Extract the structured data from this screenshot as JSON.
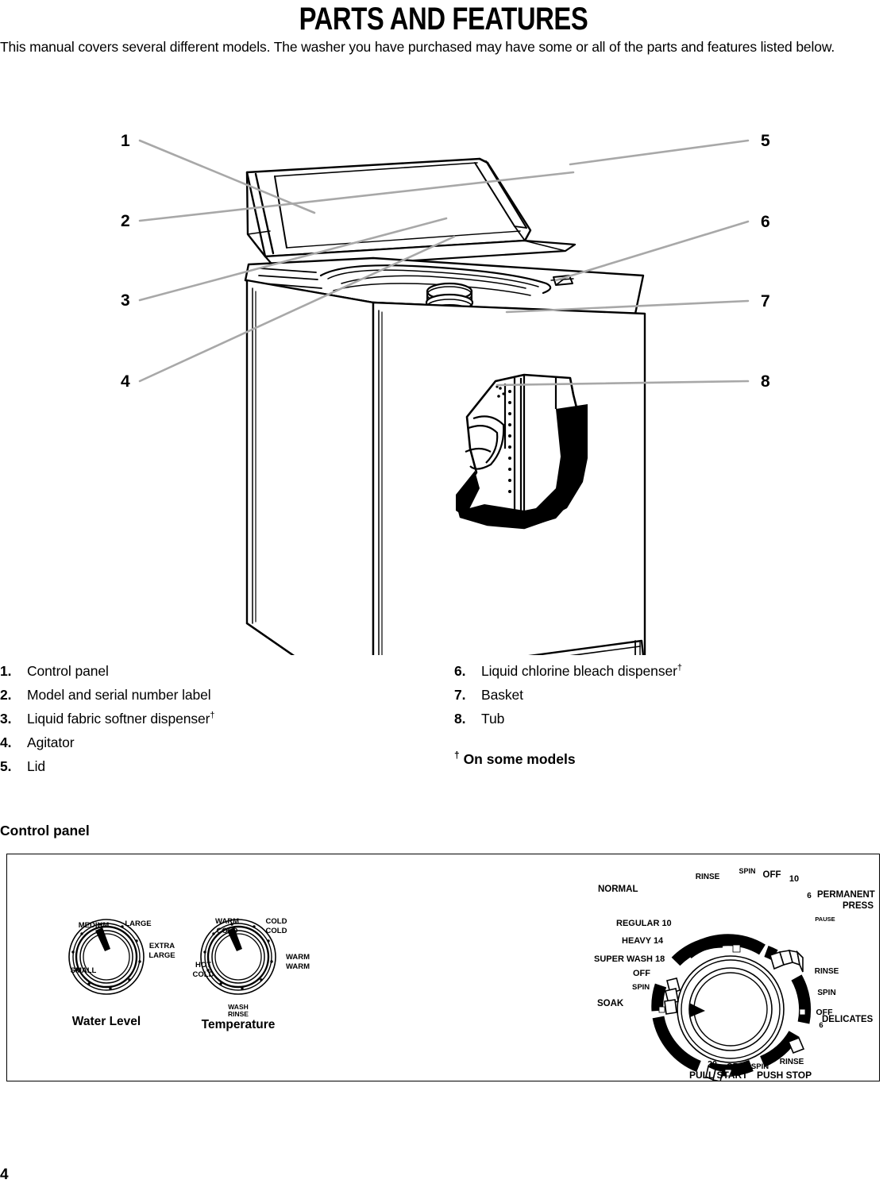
{
  "header": {
    "title": "PARTS AND FEATURES",
    "intro": "This manual covers several different models. The washer you have purchased may have some or all of the parts and features listed below."
  },
  "illustration": {
    "callouts": [
      {
        "number": "1",
        "side": "left",
        "target": "control-panel"
      },
      {
        "number": "2",
        "side": "left",
        "target": "model-serial-label"
      },
      {
        "number": "3",
        "side": "left",
        "target": "fabric-softener-dispenser"
      },
      {
        "number": "4",
        "side": "left",
        "target": "agitator"
      },
      {
        "number": "5",
        "side": "right",
        "target": "lid"
      },
      {
        "number": "6",
        "side": "right",
        "target": "bleach-dispenser"
      },
      {
        "number": "7",
        "side": "right",
        "target": "basket"
      },
      {
        "number": "8",
        "side": "right",
        "target": "tub"
      }
    ]
  },
  "parts_list": {
    "left": [
      {
        "index": "1.",
        "label": "Control panel",
        "dagger": false
      },
      {
        "index": "2.",
        "label": "Model and serial number label",
        "dagger": false
      },
      {
        "index": "3.",
        "label": "Liquid fabric softner dispenser",
        "dagger": true
      },
      {
        "index": "4.",
        "label": "Agitator",
        "dagger": false
      },
      {
        "index": "5.",
        "label": "Lid",
        "dagger": false
      }
    ],
    "right": [
      {
        "index": "6.",
        "label": "Liquid chlorine bleach dispenser",
        "dagger": true
      },
      {
        "index": "7.",
        "label": "Basket",
        "dagger": false
      },
      {
        "index": "8.",
        "label": "Tub",
        "dagger": false
      }
    ],
    "footnote": "On some models",
    "footnote_marker": "†"
  },
  "control_panel": {
    "heading": "Control panel",
    "water_level_knob": {
      "caption": "Water Level",
      "settings": [
        {
          "label": "SMALL"
        },
        {
          "label": "MEDIUM"
        },
        {
          "label": "LARGE"
        },
        {
          "label": "EXTRA\nLARGE"
        }
      ]
    },
    "temperature_knob": {
      "caption": "Temperature",
      "sub_caption_line1": "WASH",
      "sub_caption_line2": "RINSE",
      "settings": [
        {
          "label": "HOT\nCOLD"
        },
        {
          "label": "WARM\nCOLD"
        },
        {
          "label": "COLD\nCOLD"
        },
        {
          "label": "WARM\nWARM"
        }
      ]
    },
    "cycle_dial": {
      "cycles": [
        {
          "label": "NORMAL"
        },
        {
          "label": "PERMANENT\nPRESS"
        },
        {
          "label": "DELICATES"
        },
        {
          "label": "SOAK"
        }
      ],
      "normal_steps": [
        {
          "label": "REGULAR 10"
        },
        {
          "label": "HEAVY 14"
        },
        {
          "label": "SUPER WASH 18"
        },
        {
          "label": "OFF"
        },
        {
          "label": "SPIN"
        },
        {
          "label": "RINSE"
        },
        {
          "label": "SPIN"
        },
        {
          "label": "OFF"
        },
        {
          "label": "10"
        }
      ],
      "perm_press_steps": [
        {
          "label": "6"
        },
        {
          "label": "PAUSE"
        },
        {
          "label": "RINSE"
        },
        {
          "label": "SPIN"
        },
        {
          "label": "OFF"
        },
        {
          "label": "6"
        }
      ],
      "delicates_steps": [
        {
          "label": "RINSE"
        },
        {
          "label": "SPIN"
        },
        {
          "label": "OFF"
        }
      ],
      "soak_steps": [
        {
          "label": "20"
        }
      ],
      "action_labels": [
        {
          "label": "PULL START"
        },
        {
          "label": "PUSH STOP"
        }
      ]
    }
  },
  "footer": {
    "page_number": "4"
  },
  "colors": {
    "ink": "#000000",
    "leader_line": "#a8a8a8",
    "paper": "#ffffff"
  }
}
